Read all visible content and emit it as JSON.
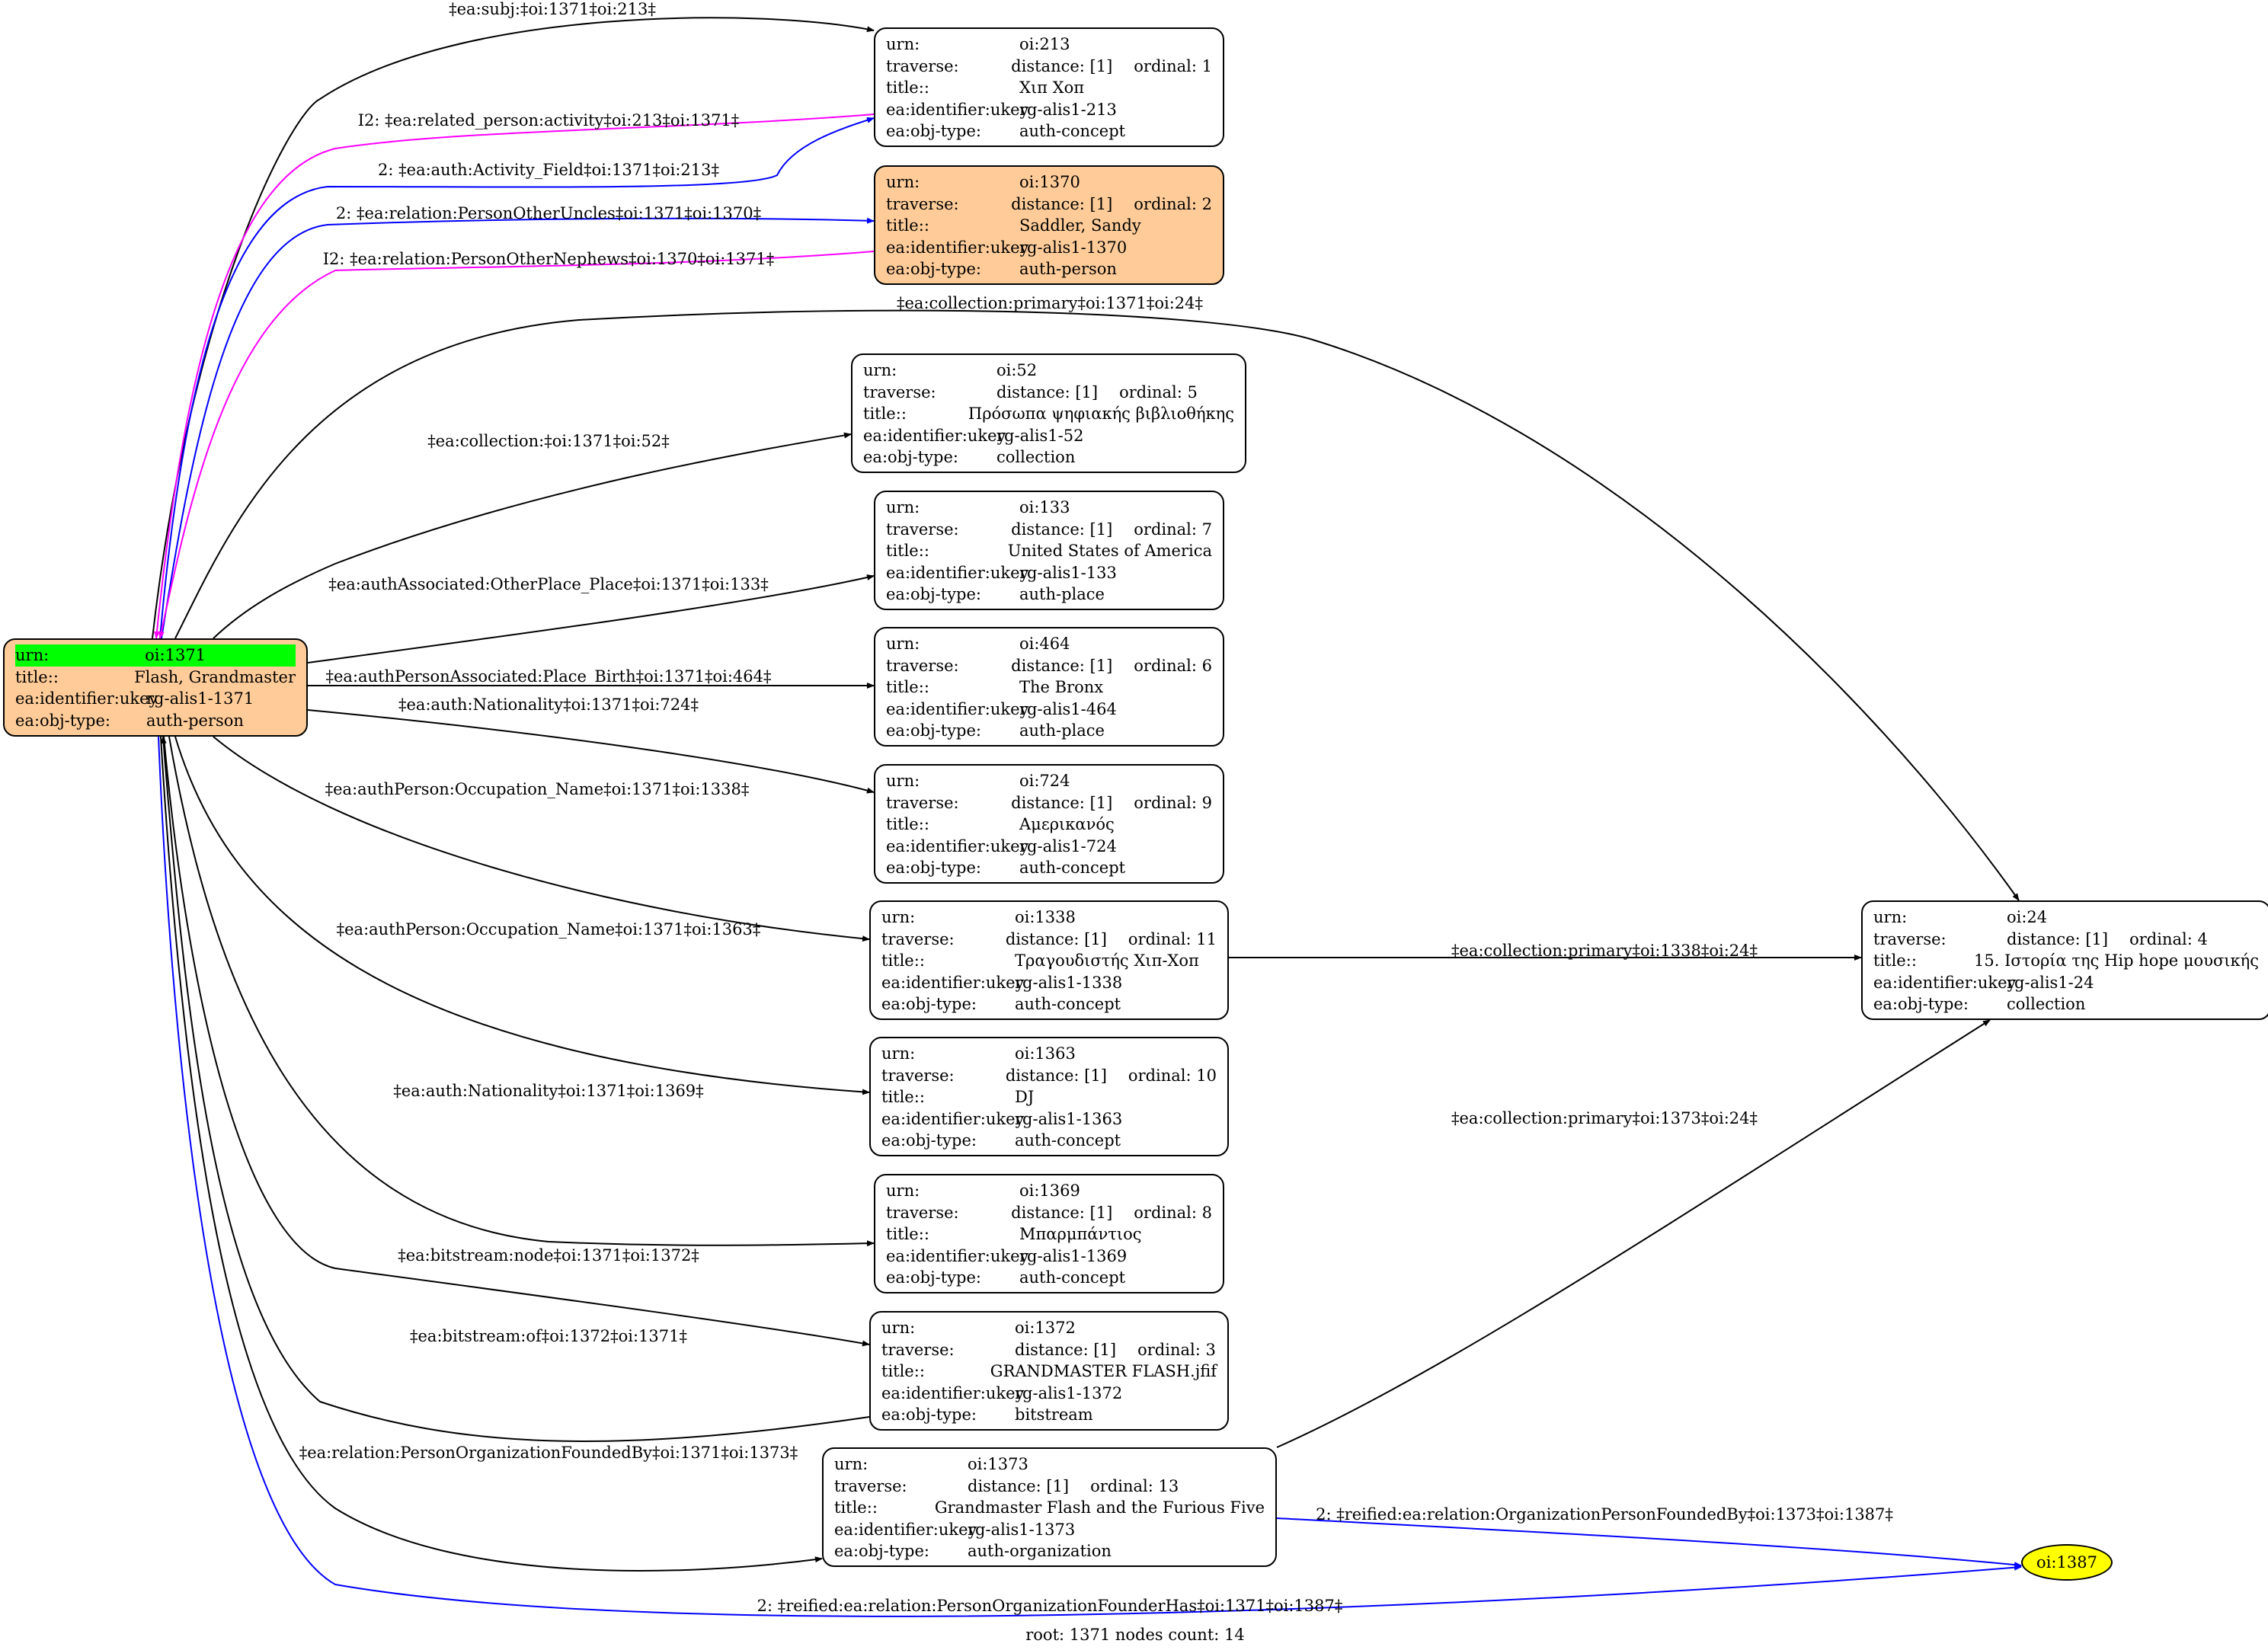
{
  "diagram": {
    "footer": "root: 1371 nodes count: 14",
    "root": {
      "id": "n1371",
      "rows": [
        {
          "k": "urn:",
          "v": "oi:1371"
        },
        {
          "k": "title::",
          "v": "Flash, Grandmaster"
        },
        {
          "k": "ea:identifier:ukey",
          "v": "rg-alis1-1371"
        },
        {
          "k": "ea:obj-type:",
          "v": "auth-person"
        }
      ]
    },
    "nodes": [
      {
        "id": "n213",
        "urn": "oi:213",
        "distance": "distance: [1]",
        "ordinal": "ordinal: 1",
        "title": "Χιπ Χοπ",
        "ukey": "rg-alis1-213",
        "type": "auth-concept"
      },
      {
        "id": "n1370",
        "urn": "oi:1370",
        "distance": "distance: [1]",
        "ordinal": "ordinal: 2",
        "title": "Saddler, Sandy",
        "ukey": "rg-alis1-1370",
        "type": "auth-person",
        "highlight": true
      },
      {
        "id": "n52",
        "urn": "oi:52",
        "distance": "distance: [1]",
        "ordinal": "ordinal: 5",
        "title": "Πρόσωπα ψηφιακής βιβλιοθήκης",
        "ukey": "rg-alis1-52",
        "type": "collection"
      },
      {
        "id": "n133",
        "urn": "oi:133",
        "distance": "distance: [1]",
        "ordinal": "ordinal: 7",
        "title": "United States of America",
        "ukey": "rg-alis1-133",
        "type": "auth-place"
      },
      {
        "id": "n464",
        "urn": "oi:464",
        "distance": "distance: [1]",
        "ordinal": "ordinal: 6",
        "title": "The Bronx",
        "ukey": "rg-alis1-464",
        "type": "auth-place"
      },
      {
        "id": "n724",
        "urn": "oi:724",
        "distance": "distance: [1]",
        "ordinal": "ordinal: 9",
        "title": "Αμερικανός",
        "ukey": "rg-alis1-724",
        "type": "auth-concept"
      },
      {
        "id": "n1338",
        "urn": "oi:1338",
        "distance": "distance: [1]",
        "ordinal": "ordinal: 11",
        "title": "Τραγουδιστής Χιπ-Χοπ",
        "ukey": "rg-alis1-1338",
        "type": "auth-concept"
      },
      {
        "id": "n1363",
        "urn": "oi:1363",
        "distance": "distance: [1]",
        "ordinal": "ordinal: 10",
        "title": "DJ",
        "ukey": "rg-alis1-1363",
        "type": "auth-concept"
      },
      {
        "id": "n1369",
        "urn": "oi:1369",
        "distance": "distance: [1]",
        "ordinal": "ordinal: 8",
        "title": "Μπαρμπάντιος",
        "ukey": "rg-alis1-1369",
        "type": "auth-concept"
      },
      {
        "id": "n1372",
        "urn": "oi:1372",
        "distance": "distance: [1]",
        "ordinal": "ordinal: 3",
        "title": "GRANDMASTER FLASH.jfif",
        "ukey": "rg-alis1-1372",
        "type": "bitstream"
      },
      {
        "id": "n1373",
        "urn": "oi:1373",
        "distance": "distance: [1]",
        "ordinal": "ordinal: 13",
        "title": "Grandmaster Flash and the Furious Five",
        "ukey": "rg-alis1-1373",
        "type": "auth-organization"
      },
      {
        "id": "n24",
        "urn": "oi:24",
        "distance": "distance: [1]",
        "ordinal": "ordinal: 4",
        "title": "15. Ιστορία της Hip hope μουσικής",
        "ukey": "rg-alis1-24",
        "type": "collection"
      }
    ],
    "keys": {
      "urn": "urn:",
      "traverse": "traverse:",
      "title": "title::",
      "ukey": "ea:identifier:ukey",
      "type": "ea:obj-type:"
    },
    "leaf": {
      "label": "oi:1387"
    },
    "edges": [
      {
        "id": "e1",
        "label": "‡ea:subj:‡oi:1371‡oi:213‡",
        "color": "#000000"
      },
      {
        "id": "e2",
        "label": "I2: ‡ea:related_person:activity‡oi:213‡oi:1371‡",
        "color": "#ff00ff"
      },
      {
        "id": "e3",
        "label": "2: ‡ea:auth:Activity_Field‡oi:1371‡oi:213‡",
        "color": "#0000ff"
      },
      {
        "id": "e4",
        "label": "2: ‡ea:relation:PersonOtherUncles‡oi:1371‡oi:1370‡",
        "color": "#0000ff"
      },
      {
        "id": "e5",
        "label": "I2: ‡ea:relation:PersonOtherNephews‡oi:1370‡oi:1371‡",
        "color": "#ff00ff"
      },
      {
        "id": "e6",
        "label": "‡ea:collection:primary‡oi:1371‡oi:24‡",
        "color": "#000000"
      },
      {
        "id": "e7",
        "label": "‡ea:collection:‡oi:1371‡oi:52‡",
        "color": "#000000"
      },
      {
        "id": "e8",
        "label": "‡ea:authAssociated:OtherPlace_Place‡oi:1371‡oi:133‡",
        "color": "#000000"
      },
      {
        "id": "e9",
        "label": "‡ea:authPersonAssociated:Place_Birth‡oi:1371‡oi:464‡",
        "color": "#000000"
      },
      {
        "id": "e10",
        "label": "‡ea:auth:Nationality‡oi:1371‡oi:724‡",
        "color": "#000000"
      },
      {
        "id": "e11",
        "label": "‡ea:authPerson:Occupation_Name‡oi:1371‡oi:1338‡",
        "color": "#000000"
      },
      {
        "id": "e12",
        "label": "‡ea:authPerson:Occupation_Name‡oi:1371‡oi:1363‡",
        "color": "#000000"
      },
      {
        "id": "e13",
        "label": "‡ea:auth:Nationality‡oi:1371‡oi:1369‡",
        "color": "#000000"
      },
      {
        "id": "e14",
        "label": "‡ea:bitstream:node‡oi:1371‡oi:1372‡",
        "color": "#000000"
      },
      {
        "id": "e15",
        "label": "‡ea:bitstream:of‡oi:1372‡oi:1371‡",
        "color": "#000000"
      },
      {
        "id": "e16",
        "label": "‡ea:relation:PersonOrganizationFoundedBy‡oi:1371‡oi:1373‡",
        "color": "#000000"
      },
      {
        "id": "e17",
        "label": "‡ea:collection:primary‡oi:1338‡oi:24‡",
        "color": "#000000"
      },
      {
        "id": "e18",
        "label": "‡ea:collection:primary‡oi:1373‡oi:24‡",
        "color": "#000000"
      },
      {
        "id": "e19",
        "label": "2: ‡reified:ea:relation:OrganizationPersonFoundedBy‡oi:1373‡oi:1387‡",
        "color": "#0000ff"
      },
      {
        "id": "e20",
        "label": "2: ‡reified:ea:relation:PersonOrganizationFounderHas‡oi:1371‡oi:1387‡",
        "color": "#0000ff"
      }
    ]
  }
}
